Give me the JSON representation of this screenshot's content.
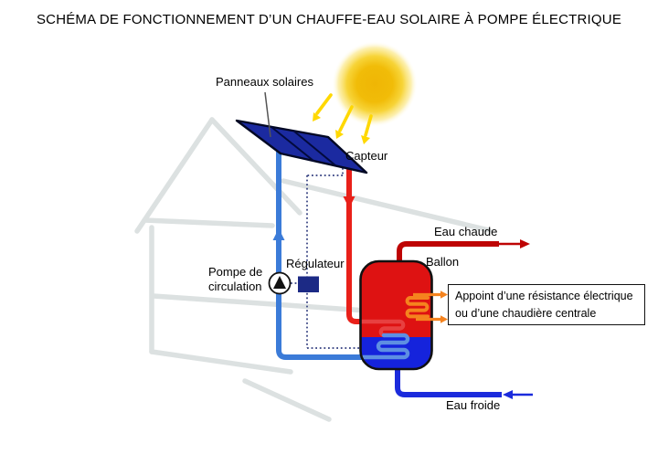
{
  "title": "SCHÉMA DE FONCTIONNEMENT D’UN CHAUFFE-EAU SOLAIRE À POMPE ÉLECTRIQUE",
  "diagram": {
    "labels": {
      "panels": "Panneaux solaires",
      "collector": "Capteur",
      "regulator": "Régulateur",
      "pump_line1": "Pompe de",
      "pump_line2": "circulation",
      "tank": "Ballon",
      "hot_water": "Eau chaude",
      "cold_water": "Eau froide"
    },
    "callout": {
      "line1": "Appoint d’une résistance électrique",
      "line2": "ou d’une chaudière centrale"
    },
    "colors": {
      "solar_panel": "#1b2aa0",
      "sun": "#f0b906",
      "sun_rays": "#ffd800",
      "solar_loop_hot": "#e92019",
      "solar_loop_cold": "#3b7bd8",
      "hot_water_out": "#be0404",
      "cold_water_in": "#1b2bdc",
      "tank_hot_zone": "#de1212",
      "tank_cold_zone": "#1523dc",
      "exchanger_coil_cooled": "#5e8fe2",
      "resistance_coil": "#f5831e",
      "regulator_box": "#1c2a85",
      "sensor_wire": "#2f3b7d",
      "house_outline": "#dce1e1"
    }
  }
}
